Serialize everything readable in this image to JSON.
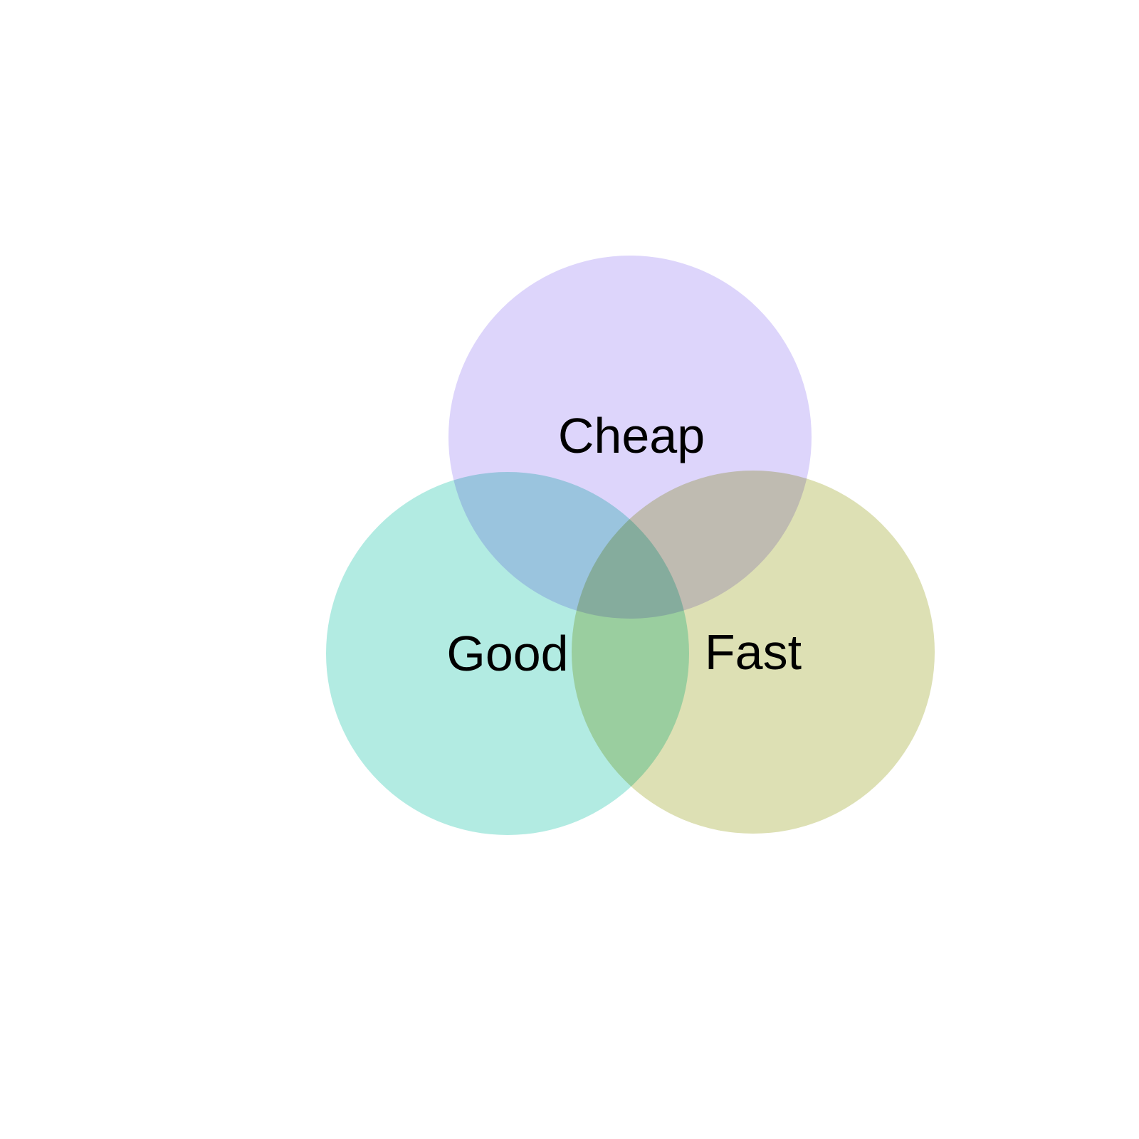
{
  "diagram": {
    "type": "venn",
    "sets": [
      {
        "id": "cheap",
        "label": "Cheap",
        "color": "#ddd5fb"
      },
      {
        "id": "good",
        "label": "Good",
        "color": "#b2ebe2"
      },
      {
        "id": "fast",
        "label": "Fast",
        "color": "#dde0b4"
      }
    ]
  }
}
